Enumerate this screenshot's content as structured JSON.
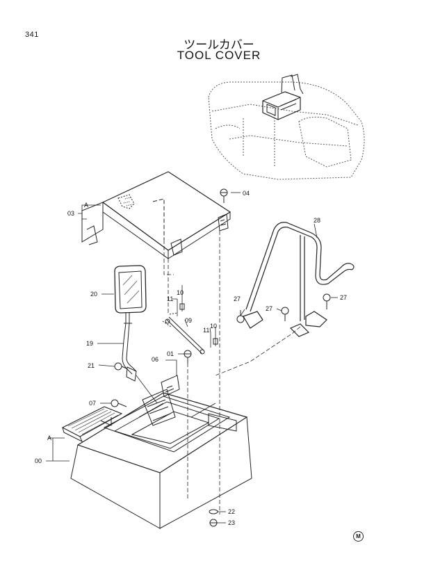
{
  "page_number": "341",
  "title_jp": "ツールカバー",
  "title_en": "TOOL COVER",
  "maker_mark": "M",
  "callouts": {
    "c00": "00",
    "c01": "01",
    "c03": "03",
    "c04": "04",
    "c06": "06",
    "c07": "07",
    "c09": "09",
    "c10a": "10",
    "c10b": "10",
    "c11a": "11",
    "c11b": "11",
    "c19": "19",
    "c20": "20",
    "c21": "21",
    "c22": "22",
    "c23": "23",
    "c27a": "27",
    "c27b": "27",
    "c27c": "27",
    "c28": "28",
    "cA1": "A",
    "cA2": "A"
  }
}
